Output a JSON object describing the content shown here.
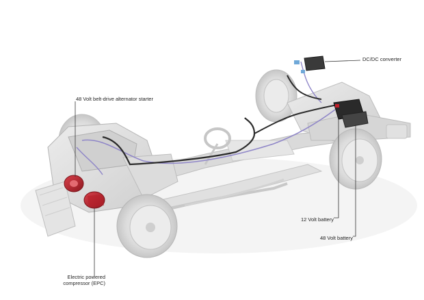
{
  "labels": {
    "dcdc": "DC/DC converter",
    "bas": "48 Volt belt-drive alternator starter",
    "battery12": "12 Volt battery",
    "battery48": "48 Volt battery",
    "epc_line1": "Electric powered",
    "epc_line2": "compressor (EPC)"
  },
  "colors": {
    "background": "#ffffff",
    "chassis": "#d8d8d8",
    "chassis_dark": "#b9b9b9",
    "tire": "#e3e3e3",
    "red_component": "#b8202a",
    "cable": "#2a2a2a",
    "purple_wire": "#8f86c8",
    "leader_line": "#333333"
  }
}
